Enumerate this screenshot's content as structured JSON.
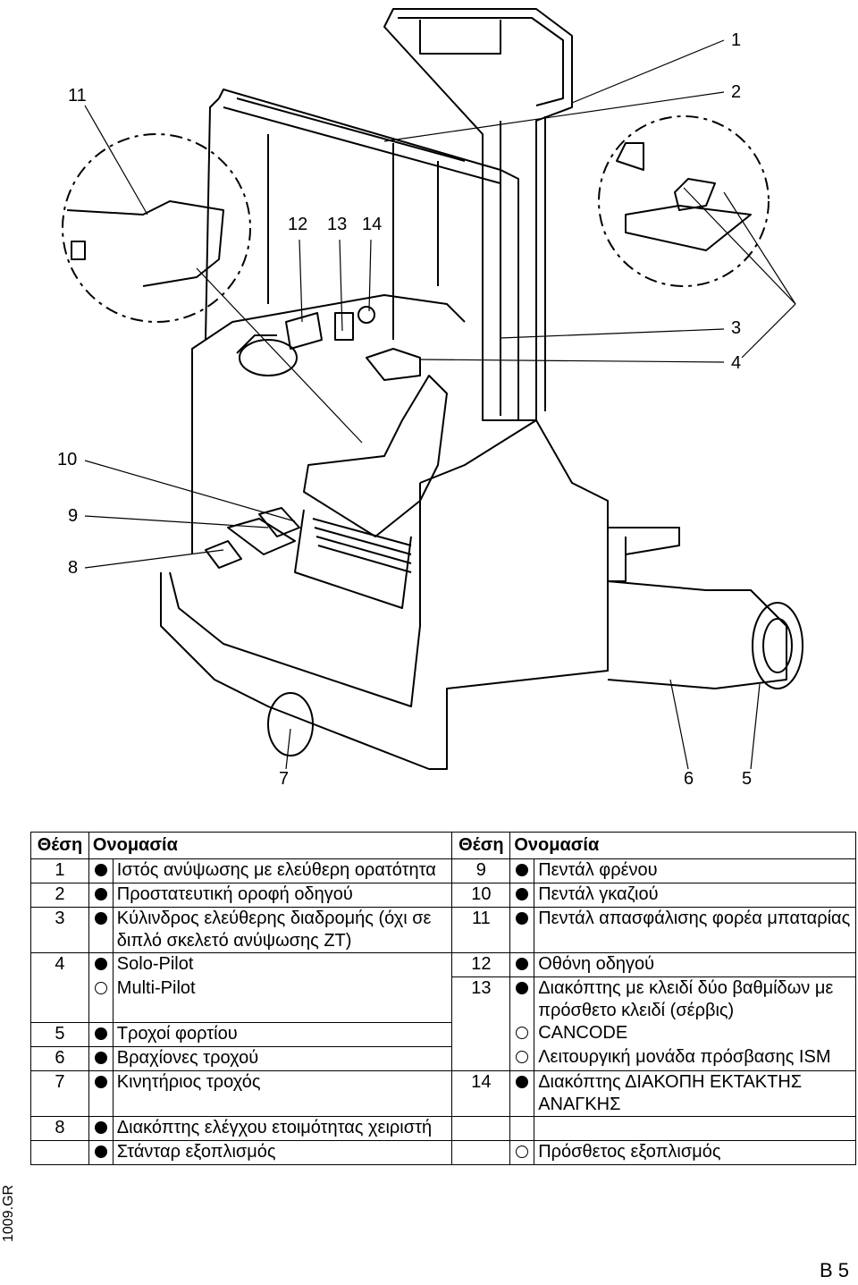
{
  "figure": {
    "callouts": [
      "1",
      "2",
      "3",
      "4",
      "5",
      "6",
      "7",
      "8",
      "9",
      "10",
      "11",
      "12",
      "13",
      "14"
    ]
  },
  "table": {
    "headers": {
      "pos1": "Θέση",
      "name1": "Ονομασία",
      "pos2": "Θέση",
      "name2": "Ονομασία"
    },
    "rows": [
      {
        "p1": "1",
        "m1": "filled",
        "n1": "Ιστός ανύψωσης με ελεύθερη ορατότητα",
        "p2": "9",
        "m2": "filled",
        "n2": "Πεντάλ φρένου"
      },
      {
        "p1": "2",
        "m1": "filled",
        "n1": "Προστατευτική οροφή οδηγού",
        "p2": "10",
        "m2": "filled",
        "n2": "Πεντάλ γκαζιού"
      },
      {
        "p1": "3",
        "m1": "filled",
        "n1": "Κύλινδρος ελεύθερης διαδρομής (όχι σε διπλό σκελετό ανύψωσης ZT)",
        "p2": "11",
        "m2": "filled",
        "n2": "Πεντάλ απασφάλισης φορέα μπαταρίας"
      },
      {
        "p1": "4",
        "m1": "filled",
        "n1": "Solo-Pilot",
        "p2": "12",
        "m2": "filled",
        "n2": "Οθόνη οδηγού"
      },
      {
        "p1": "",
        "m1": "hollow",
        "n1": "Multi-Pilot",
        "p2": "13",
        "m2": "filled",
        "n2": "Διακόπτης με κλειδί δύο βαθμίδων με πρόσθετο κλειδί (σέρβις)"
      },
      {
        "p1": "5",
        "m1": "filled",
        "n1": "Τροχοί φορτίου",
        "p2": "",
        "m2": "hollow",
        "n2": "CANCODE"
      },
      {
        "p1": "6",
        "m1": "filled",
        "n1": "Βραχίονες τροχού",
        "p2": "",
        "m2": "hollow",
        "n2": "Λειτουργική μονάδα πρόσβασης ISM"
      },
      {
        "p1": "7",
        "m1": "filled",
        "n1": "Κινητήριος τροχός",
        "p2": "14",
        "m2": "filled",
        "n2": "Διακόπτης ΔΙΑΚΟΠΗ ΕΚΤΑΚΤΗΣ ΑΝΑΓΚΗΣ"
      },
      {
        "p1": "8",
        "m1": "filled",
        "n1": "Διακόπτης ελέγχου ετοιμότητας χειριστή",
        "p2": "",
        "m2": "",
        "n2": ""
      },
      {
        "p1": "",
        "m1": "filled",
        "n1": "Στάνταρ εξοπλισμός",
        "p2": "",
        "m2": "hollow",
        "n2": "Πρόσθετος εξοπλισμός"
      }
    ]
  },
  "side_code": "1009.GR",
  "page_number": "B 5"
}
